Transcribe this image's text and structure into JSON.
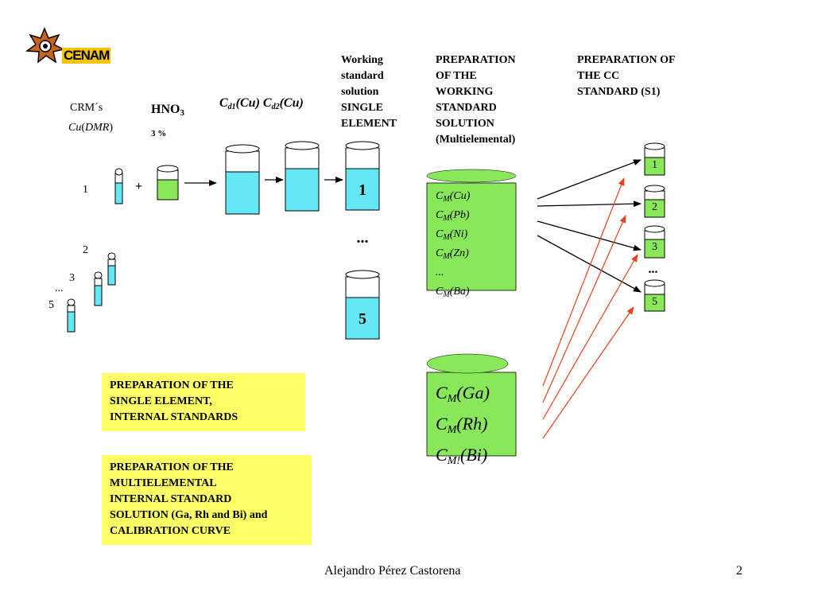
{
  "logo": {
    "text": "CENAM",
    "color": "#f5c400"
  },
  "crm": {
    "label": "CRM´s",
    "formula_prefix": "Cu",
    "formula_paren": "DMR"
  },
  "hno3": {
    "label": "HNO",
    "sub": "3",
    "conc": "3 %"
  },
  "plus": "+",
  "dilution": {
    "d1_main": "C",
    "d1_sub": "d1",
    "d1_rest": "(Cu)",
    "d2_main": "C",
    "d2_sub": "d2",
    "d2_rest": "(Cu)"
  },
  "vial_labels": [
    "1",
    "2",
    "3",
    "...",
    "5"
  ],
  "working_standard": {
    "heading": "Working\nstandard\n solution\nSINGLE\nELEMENT",
    "labels": [
      "1",
      "...",
      "5"
    ]
  },
  "prep_working": {
    "heading": "PREPARATION\nOF THE\nWORKING\nSTANDARD\nSOLUTION\n(Multielemental)"
  },
  "prep_cc": {
    "heading": "PREPARATION OF\nTHE CC\nSTANDARD (S1)"
  },
  "multielemental": {
    "items": [
      {
        "main": "C",
        "sub": "M",
        "rest": "(Cu)"
      },
      {
        "main": "C",
        "sub": "M",
        "rest": "(Pb)"
      },
      {
        "main": "C",
        "sub": "M",
        "rest": "(Ni)"
      },
      {
        "main": "C",
        "sub": "M",
        "rest": "(Zn)"
      },
      {
        "main": "...",
        "sub": "",
        "rest": ""
      },
      {
        "main": "C",
        "sub": "M",
        "rest": "(Ba)"
      }
    ]
  },
  "internal": {
    "items": [
      {
        "main": "C",
        "sub": "M",
        "rest": "(Ga)"
      },
      {
        "main": "C",
        "sub": "M",
        "rest": "(Rh)"
      },
      {
        "main": "C",
        "sub": "M!",
        "rest": "(Bi)"
      }
    ]
  },
  "cc_labels": [
    "1",
    "2",
    "3",
    "...",
    "5"
  ],
  "box_single": {
    "text": "PREPARATION OF THE\nSINGLE ELEMENT,\nINTERNAL STANDARDS"
  },
  "box_multi": {
    "text": "PREPARATION  OF THE\nMULTIELEMENTAL\nINTERNAL STANDARD\nSOLUTION (Ga, Rh and Bi) and\nCALIBRATION CURVE"
  },
  "footer": {
    "author": "Alejandro Pérez Castorena",
    "page": "2"
  },
  "colors": {
    "cyan": "#66e8f4",
    "green": "#88e85a",
    "yellow": "#ffff66",
    "arrow_red": "#e8401a"
  }
}
